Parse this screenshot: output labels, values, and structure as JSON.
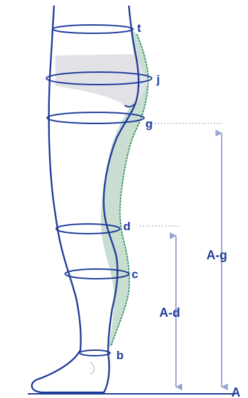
{
  "colors": {
    "outline": "#1f3c9a",
    "green_fill": "#c9ddd1",
    "green_dots": "#3a9a62",
    "brief_fill": "#e2e2e6",
    "arrow": "#98a6d2",
    "label": "#1f3c9a",
    "ground": "#1f3c9a"
  },
  "labels": {
    "t": "t",
    "j": "j",
    "g": "g",
    "d": "d",
    "c": "c",
    "b": "b",
    "A": "A",
    "A_g": "A-g",
    "A_d": "A-d"
  }
}
